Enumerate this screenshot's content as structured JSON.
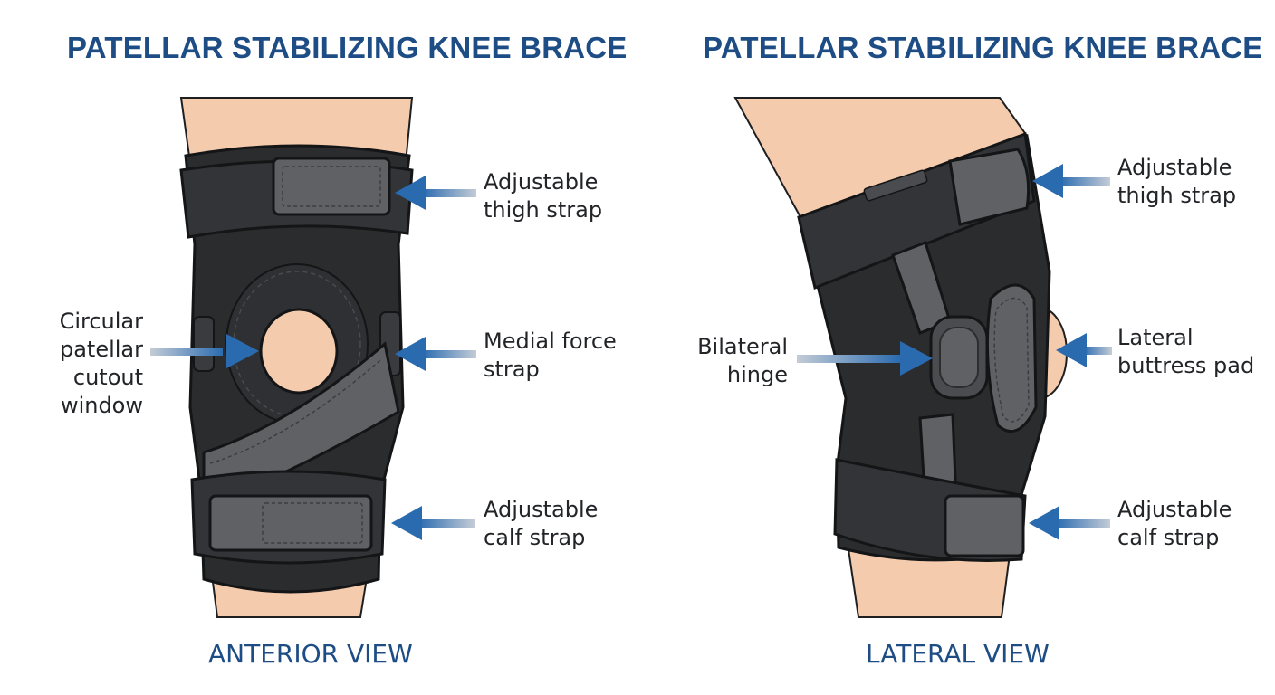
{
  "colors": {
    "title": "#1d4d84",
    "view_label": "#1d4d84",
    "arrow": "#2a6bb0",
    "skin": "#f5cbae",
    "brace": "#2b2c2e",
    "strap": "#5f6165",
    "divider": "#b9bdc4"
  },
  "anterior": {
    "title": "PATELLAR STABILIZING KNEE BRACE",
    "view_label": "ANTERIOR VIEW",
    "callouts": {
      "thigh_strap": [
        "Adjustable",
        "thigh strap"
      ],
      "medial_force_strap": [
        "Medial force",
        "strap"
      ],
      "calf_strap": [
        "Adjustable",
        "calf strap"
      ],
      "patellar_cutout": [
        "Circular",
        "patellar",
        "cutout",
        "window"
      ]
    }
  },
  "lateral": {
    "title": "PATELLAR STABILIZING KNEE BRACE",
    "view_label": "LATERAL VIEW",
    "callouts": {
      "thigh_strap": [
        "Adjustable",
        "thigh strap"
      ],
      "buttress_pad": [
        "Lateral",
        "buttress pad"
      ],
      "calf_strap": [
        "Adjustable",
        "calf strap"
      ],
      "bilateral_hinge": [
        "Bilateral",
        "hinge"
      ]
    }
  },
  "icons": {
    "callout_arrow": "arrow-left-icon"
  }
}
